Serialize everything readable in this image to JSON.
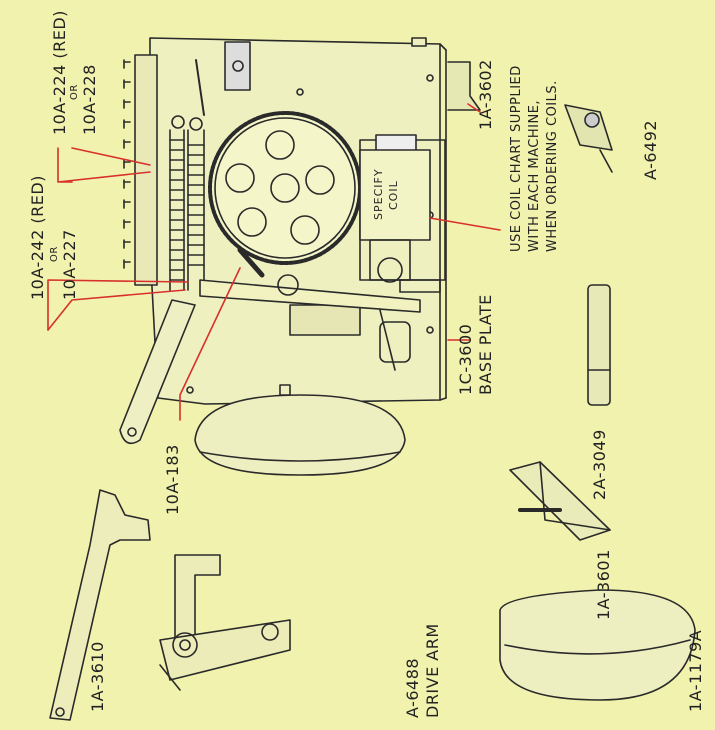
{
  "labels": {
    "l10a_224": "10A-224 (RED)",
    "or": "OR",
    "l10a_228": "10A-228",
    "l10a_242": "10A-242 (RED)",
    "l10a_227": "10A-227",
    "l10a_183": "10A-183",
    "l1c_3600": "1C-3600",
    "base_plate": "BASE PLATE",
    "l1a_3602": "1A-3602",
    "coil_note_1": "USE COIL CHART SUPPLIED",
    "coil_note_2": "WITH EACH MACHINE,",
    "coil_note_3": "WHEN ORDERING COILS.",
    "a_6492": "A-6492",
    "l2a_3049": "2A-3049",
    "l1a_3601": "1A-3601",
    "l1a_1179a": "1A-1179A",
    "l1a_3610": "1A-3610",
    "a_6488": "A-6488",
    "drive_arm": "DRIVE ARM",
    "specify": "SPECIFY",
    "coil": "COIL"
  },
  "colors": {
    "paper": "#f1f2ae",
    "ink": "#2a2a2a",
    "leader_red": "#d8302a"
  }
}
